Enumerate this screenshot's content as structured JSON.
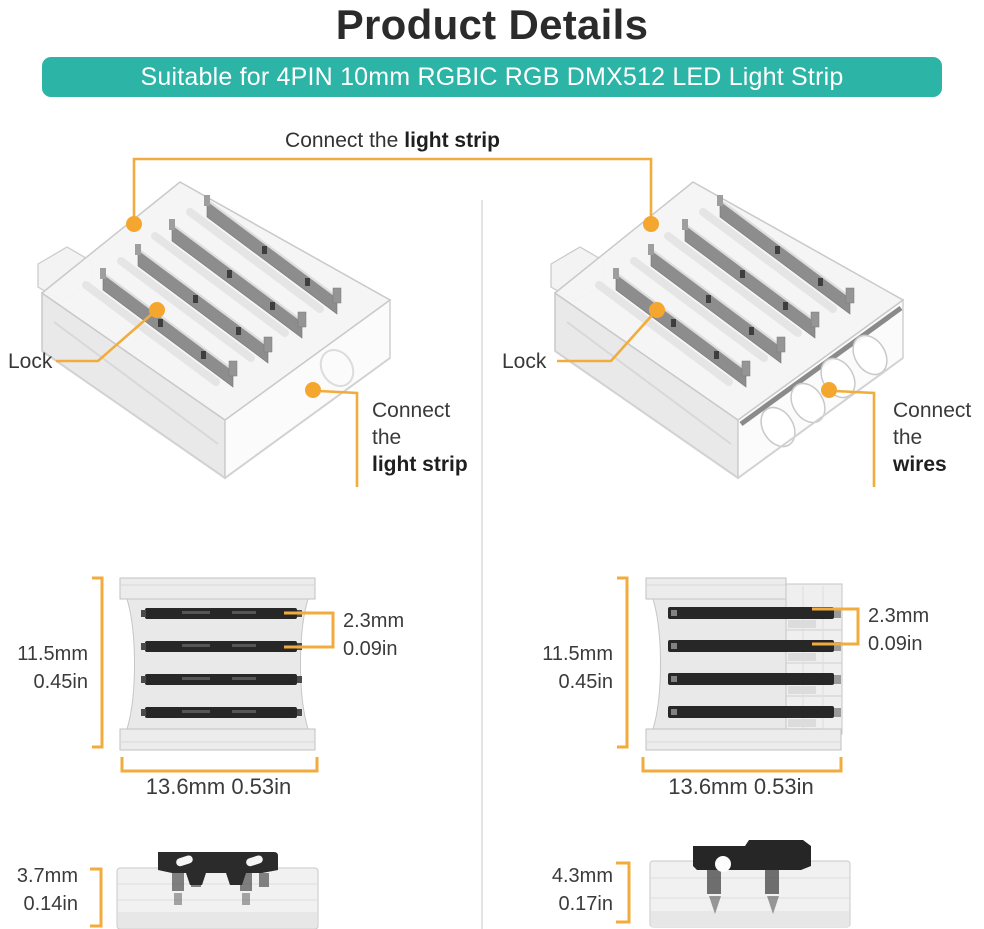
{
  "title": "Product Details",
  "banner": {
    "text": "Suitable for 4PIN 10mm RGBIC RGB DMX512 LED Light Strip"
  },
  "colors": {
    "teal_banner": "#2cb4a7",
    "annotation_line_orange": "#f1ac3d",
    "annotation_dot_orange": "#f5a62e",
    "title_text": "#2b2b2b"
  },
  "annotations": {
    "top": {
      "regular": "Connect the",
      "bold": "light strip"
    },
    "left_lock": "Lock",
    "right_lock": "Lock",
    "left_note": {
      "line1": "Connect",
      "line2": "the",
      "line3": "light strip"
    },
    "right_note": {
      "line1": "Connect",
      "line2": "the",
      "line3": "wires"
    }
  },
  "left_diagram": {
    "height_mm": "11.5mm",
    "height_in": "0.45in",
    "pitch_mm": "2.3mm",
    "pitch_in": "0.09in",
    "width_label": "13.6mm 0.53in",
    "thickness_mm": "3.7mm",
    "thickness_in": "0.14in"
  },
  "right_diagram": {
    "height_mm": "11.5mm",
    "height_in": "0.45in",
    "pitch_mm": "2.3mm",
    "pitch_in": "0.09in",
    "width_label": "13.6mm 0.53in",
    "thickness_mm": "4.3mm",
    "thickness_in": "0.17in"
  }
}
